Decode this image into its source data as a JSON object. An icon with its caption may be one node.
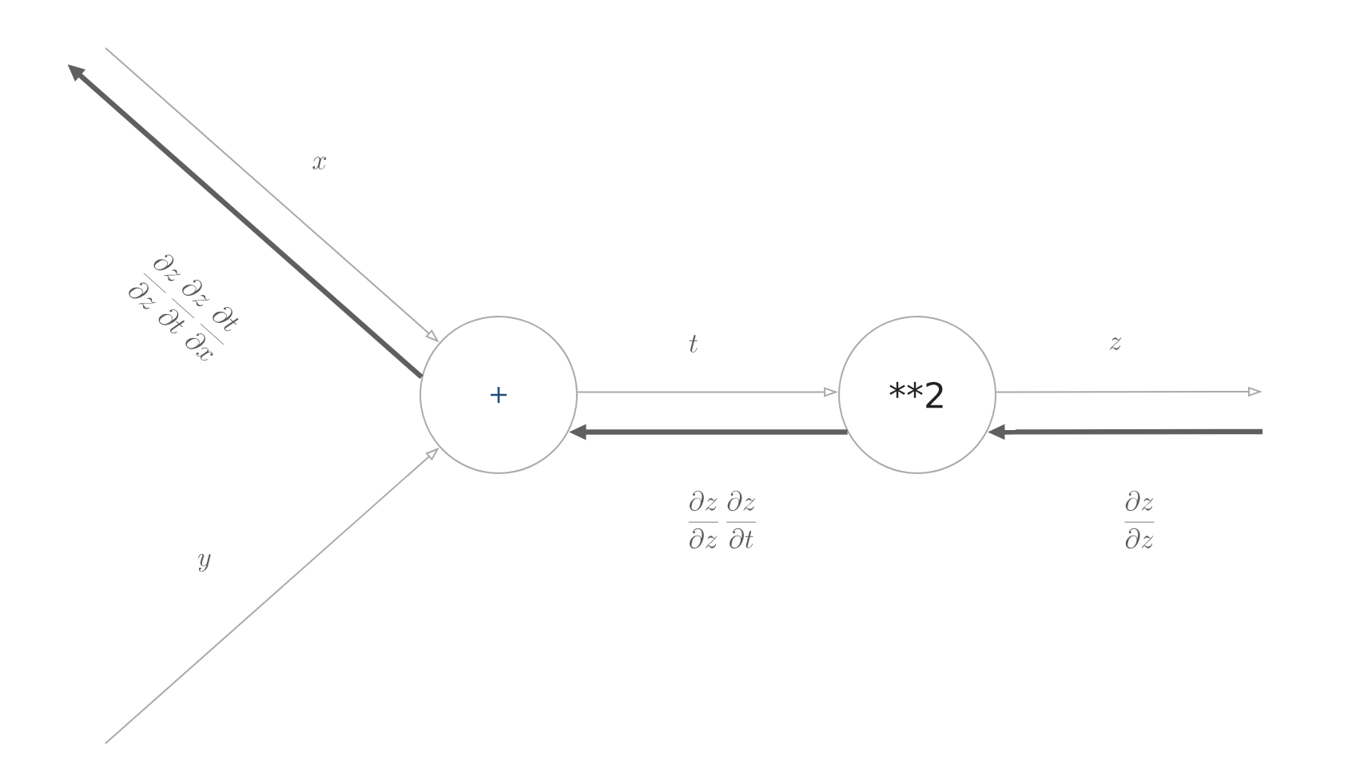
{
  "diagram": {
    "nodes": [
      {
        "text": [
          "+"
        ]
      },
      {
        "text": [
          "**2"
        ]
      }
    ],
    "edges": [
      {
        "from": null,
        "to": 0,
        "arrow": "to",
        "label": "x"
      },
      {
        "from": null,
        "to": 0,
        "arrow": "to",
        "label": "y"
      },
      {
        "from": 0,
        "to": 1,
        "arrow": "to",
        "label": "t"
      },
      {
        "from": 1,
        "to": null,
        "arrow": "to",
        "label": "z"
      },
      {
        "from": null,
        "to": 1,
        "arrow": "to",
        "style": "thick",
        "color": "#5f5f5f",
        "label": "\\frac{\\partial z}{\\partial z}"
      },
      {
        "from": 1,
        "to": 0,
        "arrow": "to",
        "style": "thick",
        "color": "#5f5f5f",
        "label": "\\frac{\\partial z}{\\partial z}\\,\\frac{\\partial z}{\\partial t}"
      },
      {
        "from": 0,
        "to": null,
        "arrow": "to",
        "style": "thick",
        "color": "#5f5f5f",
        "label": "\\frac{\\partial z}{\\partial z}\\,\\frac{\\partial z}{\\partial t}\\,\\frac{\\partial t}{\\partial x}"
      }
    ]
  }
}
